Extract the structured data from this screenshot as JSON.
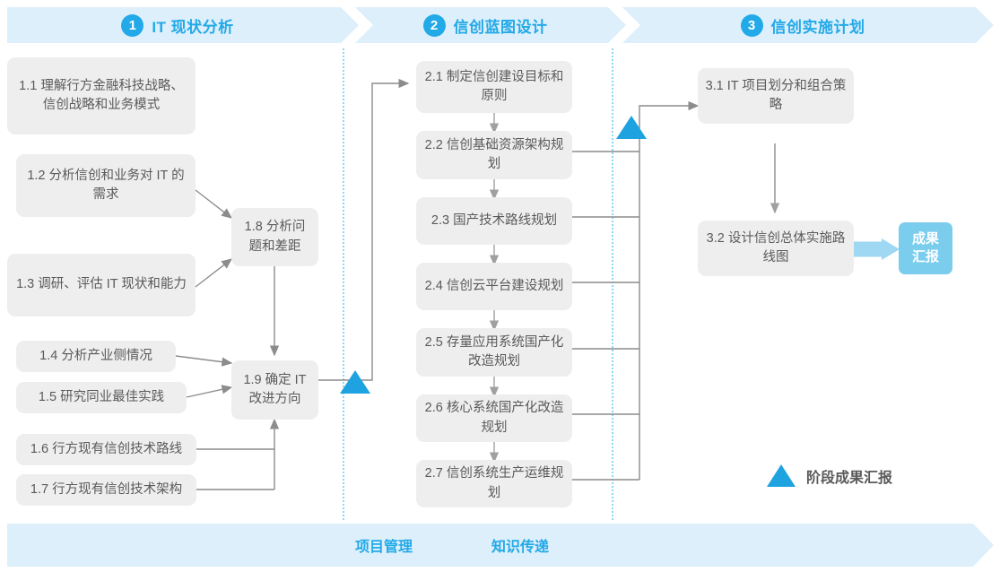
{
  "header": {
    "phases": [
      {
        "num": "1",
        "label": "IT 现状分析"
      },
      {
        "num": "2",
        "label": "信创蓝图设计"
      },
      {
        "num": "3",
        "label": "信创实施计划"
      }
    ]
  },
  "phase1": {
    "inputs": [
      {
        "id": "1.1",
        "text": "1.1 理解行方金融科技战略、信创战略和业务模式"
      },
      {
        "id": "1.2",
        "text": "1.2 分析信创和业务对 IT 的需求"
      },
      {
        "id": "1.3",
        "text": "1.3 调研、评估 IT 现状和能力"
      },
      {
        "id": "1.4",
        "text": "1.4 分析产业侧情况"
      },
      {
        "id": "1.5",
        "text": "1.5 研究同业最佳实践"
      },
      {
        "id": "1.6",
        "text": "1.6 行方现有信创技术路线"
      },
      {
        "id": "1.7",
        "text": "1.7 行方现有信创技术架构"
      }
    ],
    "synthesis": [
      {
        "id": "1.8",
        "text": "1.8 分析问题和差距"
      },
      {
        "id": "1.9",
        "text": "1.9 确定 IT 改进方向"
      }
    ]
  },
  "phase2": {
    "items": [
      {
        "id": "2.1",
        "text": "2.1 制定信创建设目标和原则"
      },
      {
        "id": "2.2",
        "text": "2.2 信创基础资源架构规划"
      },
      {
        "id": "2.3",
        "text": "2.3 国产技术路线规划"
      },
      {
        "id": "2.4",
        "text": "2.4 信创云平台建设规划"
      },
      {
        "id": "2.5",
        "text": "2.5 存量应用系统国产化改造规划"
      },
      {
        "id": "2.6",
        "text": "2.6 核心系统国产化改造规划"
      },
      {
        "id": "2.7",
        "text": "2.7 信创系统生产运维规划"
      }
    ]
  },
  "phase3": {
    "items": [
      {
        "id": "3.1",
        "text": "3.1 IT 项目划分和组合策略"
      },
      {
        "id": "3.2",
        "text": "3.2 设计信创总体实施路线图"
      }
    ],
    "result": {
      "id": "result",
      "text": "成果汇报"
    }
  },
  "legend": {
    "label": "阶段成果汇报",
    "marker": "triangle-up-icon"
  },
  "footer": {
    "labels": [
      "项目管理",
      "知识传递"
    ]
  },
  "colors": {
    "accent": "#22a9e8",
    "banner_bg": "#ddeffa",
    "box_bg": "#eeeeee",
    "box_text": "#5a5a5a",
    "result_bg": "#7bcdee",
    "wire": "#8c8c8c",
    "divider": "#4cc3ef"
  }
}
